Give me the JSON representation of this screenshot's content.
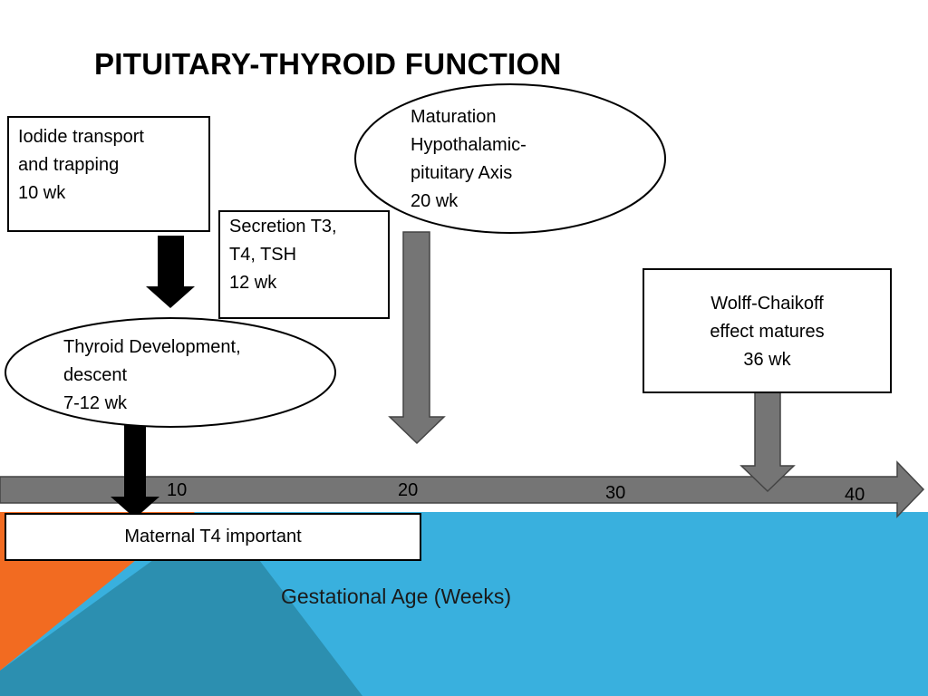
{
  "title": "PITUITARY-THYROID FUNCTION",
  "events": {
    "iodide": [
      "Iodide transport",
      "and trapping",
      "10 wk"
    ],
    "secretion": [
      "Secretion T3,",
      "T4, TSH",
      "12 wk"
    ],
    "maturation": [
      "Maturation",
      "Hypothalamic-",
      "pituitary Axis",
      "20 wk"
    ],
    "wolff": [
      "Wolff-Chaikoff",
      "effect matures",
      "36 wk"
    ],
    "thyroid": [
      "Thyroid Development,",
      "descent",
      "7-12 wk"
    ]
  },
  "maternal": "Maternal T4 important",
  "axis": {
    "ticks": [
      "10",
      "20",
      "30",
      "40"
    ],
    "label": "Gestational Age (Weeks)"
  },
  "colors": {
    "orange": "#f26b21",
    "blue": "#39b0de",
    "teal": "#2c8fb0",
    "gray_arrow": "#757575",
    "black_arrow": "#000000"
  }
}
